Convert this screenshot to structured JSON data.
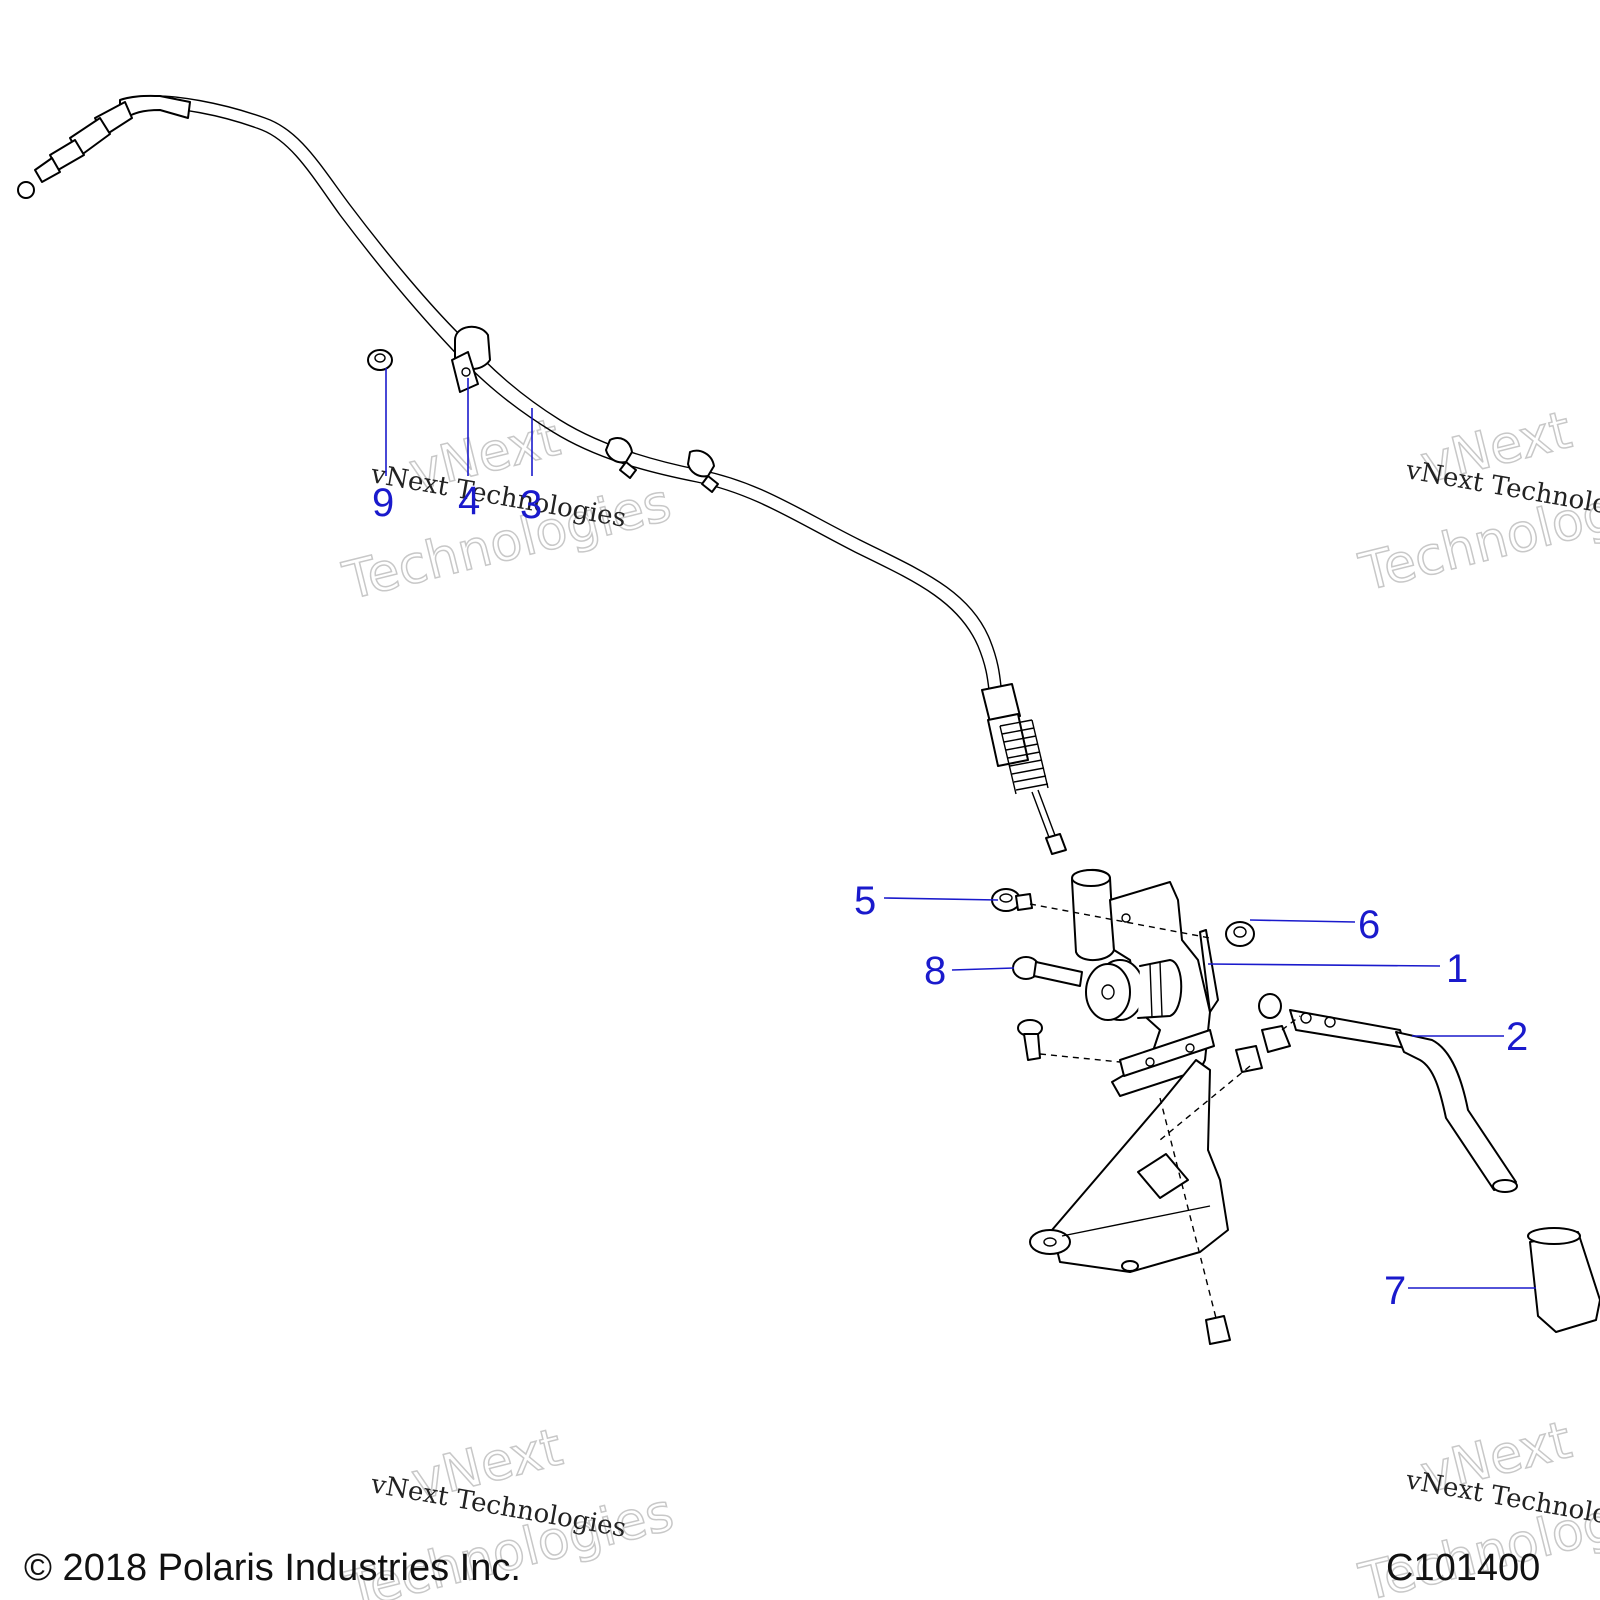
{
  "callouts": {
    "c1": "1",
    "c2": "2",
    "c3": "3",
    "c4": "4",
    "c5": "5",
    "c6": "6",
    "c7": "7",
    "c8": "8",
    "c9": "9"
  },
  "watermark": {
    "small": "vNext Technologies",
    "large_line1": "vNext",
    "large_line2": "Technologies"
  },
  "footer": {
    "copyright": "© 2018 Polaris Industries Inc.",
    "code": "C101400"
  },
  "colors": {
    "callout": "#1a1acc",
    "line": "#000000",
    "background": "#ffffff"
  }
}
